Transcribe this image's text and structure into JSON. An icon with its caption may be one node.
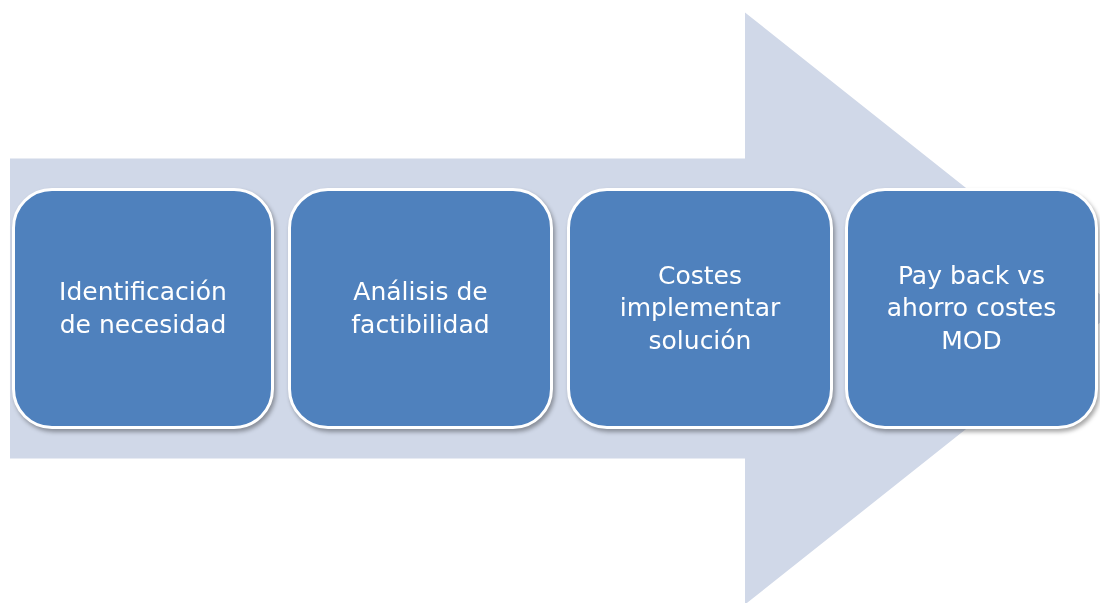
{
  "diagram": {
    "nodes": [
      {
        "text": [
          "Identificación de necesidad"
        ]
      },
      {
        "text": [
          "Análisis de factibilidad"
        ]
      },
      {
        "text": [
          "Costes implementar solución"
        ]
      },
      {
        "text": [
          "Pay back vs ahorro costes MOD"
        ]
      }
    ],
    "edges": [
      {
        "from": 0,
        "to": 3,
        "arrow": "to",
        "style": "thick",
        "color": "#d0d8e8"
      }
    ]
  }
}
